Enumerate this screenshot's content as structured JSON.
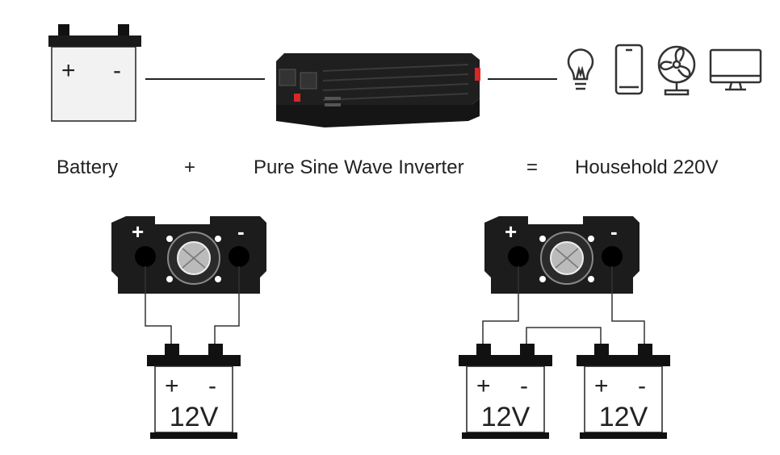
{
  "captions": {
    "battery": "Battery",
    "plus": "+",
    "inverter": "Pure Sine Wave Inverter",
    "equals": "=",
    "household": "Household 220V"
  },
  "top_battery": {
    "plus": "+",
    "minus": "-"
  },
  "inverter_terminals": {
    "plus": "+",
    "minus": "-"
  },
  "left_setup": {
    "batteries": [
      {
        "plus": "+",
        "minus": "-",
        "voltage": "12V"
      }
    ]
  },
  "right_setup": {
    "batteries": [
      {
        "plus": "+",
        "minus": "-",
        "voltage": "12V"
      },
      {
        "plus": "+",
        "minus": "-",
        "voltage": "12V"
      }
    ]
  },
  "appliance_icons": [
    "lightbulb-icon",
    "smartphone-icon",
    "fan-icon",
    "monitor-icon"
  ],
  "colors": {
    "line": "#222222",
    "device": "#2b2b2b",
    "switch_red": "#d62828",
    "battery_body": "#f2f2f2"
  }
}
